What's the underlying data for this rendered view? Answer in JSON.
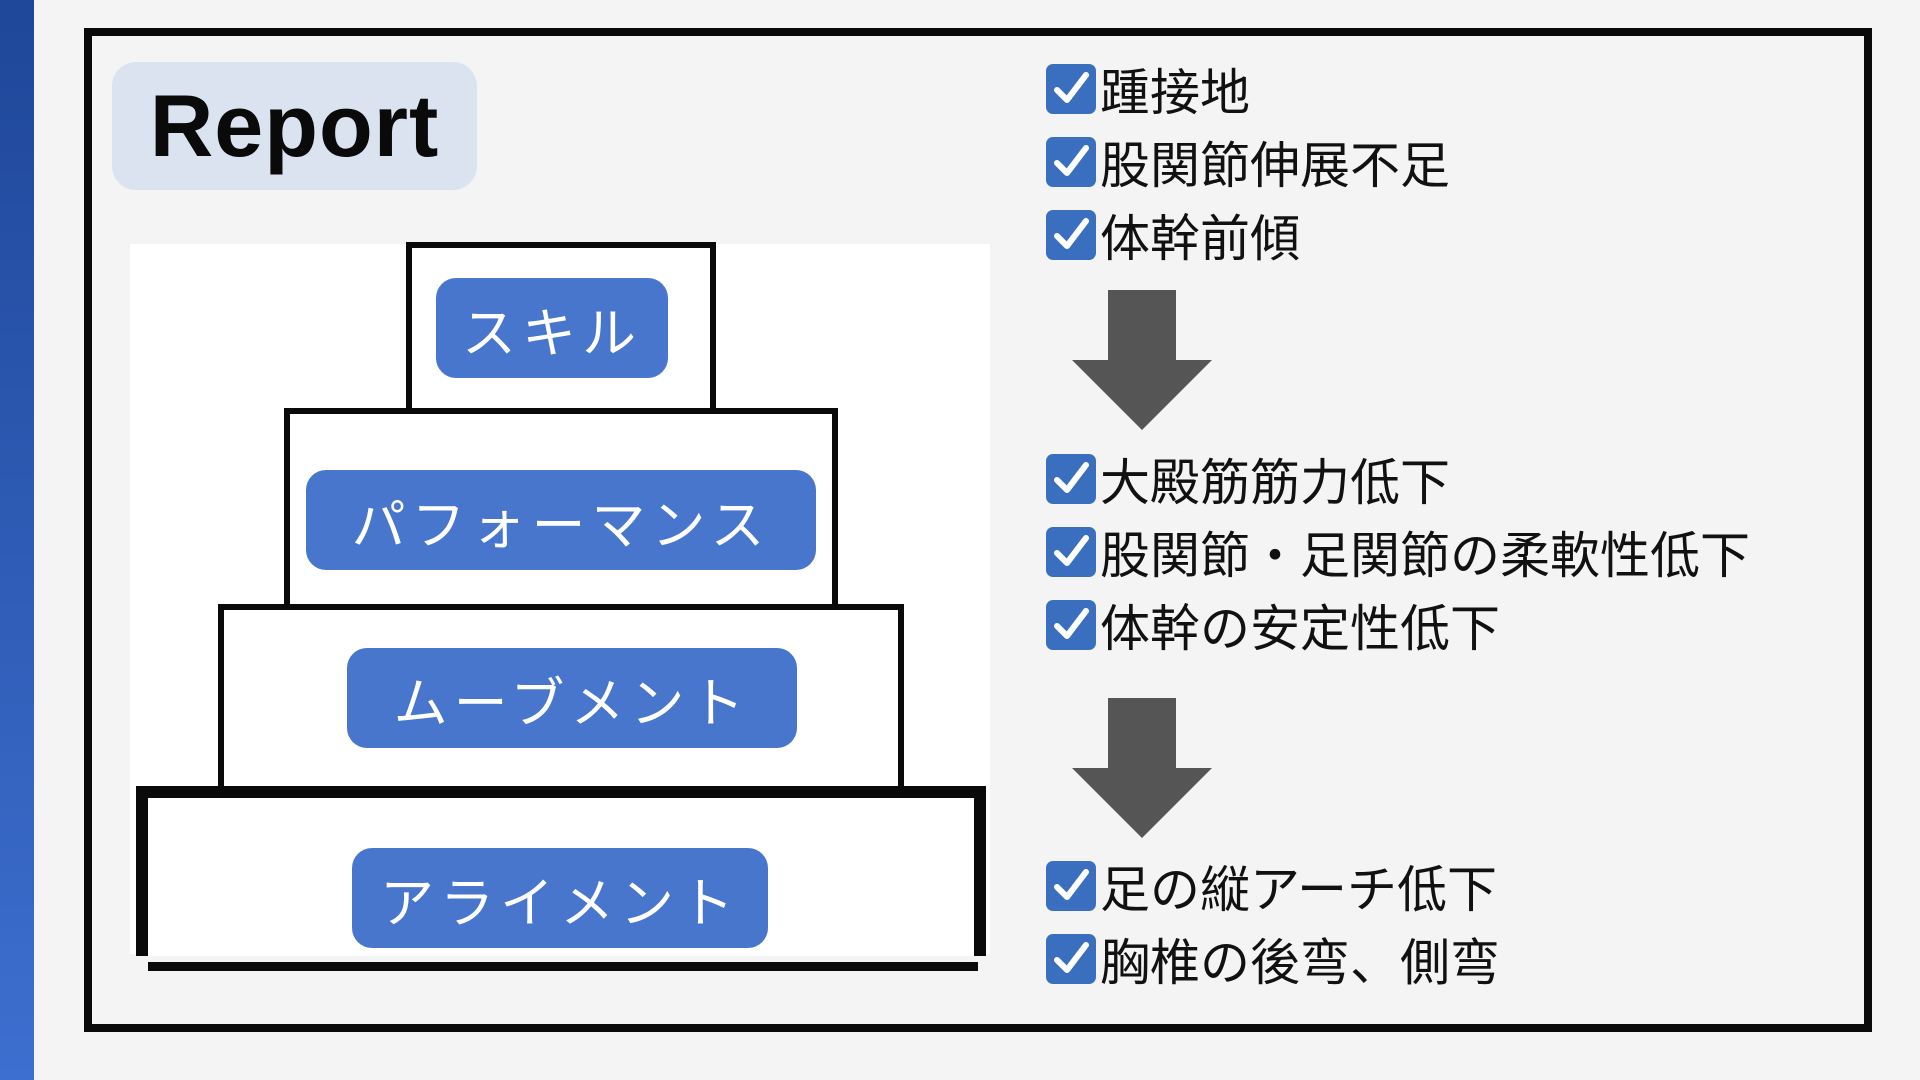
{
  "title": "Report",
  "pyramid": {
    "tiers": [
      {
        "label": "スキル"
      },
      {
        "label": "パフォーマンス"
      },
      {
        "label": "ムーブメント"
      },
      {
        "label": "アライメント"
      }
    ]
  },
  "checklists": [
    {
      "items": [
        "踵接地",
        "股関節伸展不足",
        "体幹前傾"
      ]
    },
    {
      "items": [
        "大殿筋筋力低下",
        "股関節・足関節の柔軟性低下",
        "体幹の安定性低下"
      ]
    },
    {
      "items": [
        "足の縦アーチ低下",
        "胸椎の後弯、側弯"
      ]
    }
  ],
  "colors": {
    "accent_bar": "#1f4799",
    "label_blue": "#4876cc",
    "checkbox_blue": "#3a6fbf",
    "arrow_gray": "#555555",
    "badge_bg": "#dbe3f1"
  },
  "icons": {
    "checkbox": "checkbox-checked-icon",
    "arrow": "arrow-down-icon"
  }
}
